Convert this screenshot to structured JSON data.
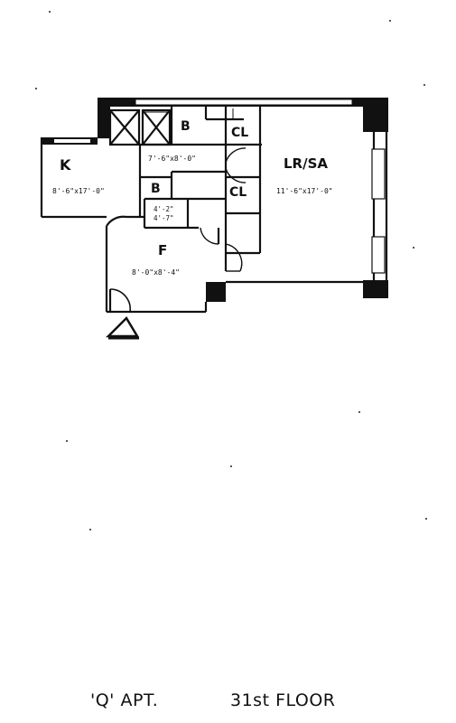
{
  "rooms": {
    "kitchen": {
      "label": "K",
      "dims": "8'-6\"x17'-0\""
    },
    "bath_upper": {
      "label": "B",
      "dims": "7'-6\"x8'-0\""
    },
    "bath_lower": {
      "label": "B"
    },
    "closet_upper": {
      "label": "CL"
    },
    "closet_lower": {
      "label": "CL"
    },
    "closet_small": {
      "dims_line1": "4'-2\"",
      "dims_line2": "4'-7\""
    },
    "living": {
      "label": "LR/SA",
      "dims": "11'-6\"x17'-0\""
    },
    "foyer": {
      "label": "F",
      "dims": "8'-0\"x8'-4\""
    }
  },
  "caption": {
    "apartment": "'Q' APT.",
    "floor": "31st FLOOR"
  }
}
